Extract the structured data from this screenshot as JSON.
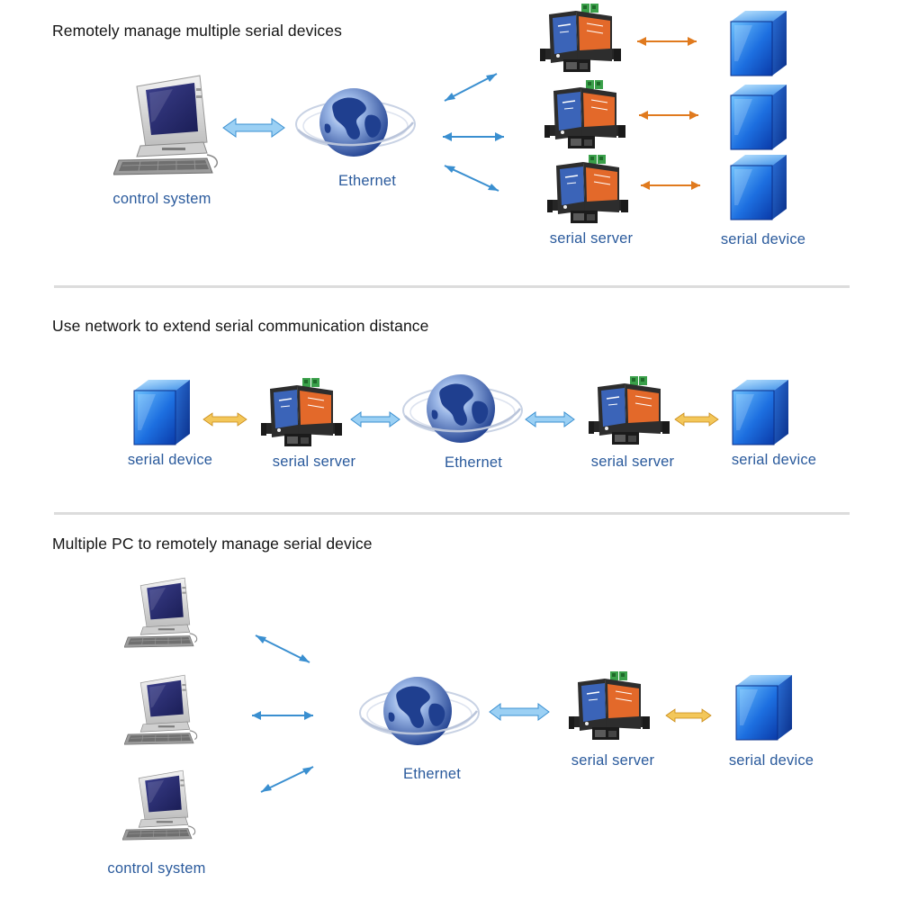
{
  "sections": [
    {
      "title": "Remotely manage multiple serial devices",
      "labels": {
        "control_system": "control system",
        "ethernet": "Ethernet",
        "serial_server": "serial server",
        "serial_device": "serial device"
      }
    },
    {
      "title": "Use network to extend serial communication distance",
      "labels": {
        "serial_device_left": "serial device",
        "serial_server_left": "serial server",
        "ethernet": "Ethernet",
        "serial_server_right": "serial server",
        "serial_device_right": "serial device"
      }
    },
    {
      "title": "Multiple PC to remotely manage serial device",
      "labels": {
        "ethernet": "Ethernet",
        "serial_server": "serial server",
        "serial_device": "serial device",
        "control_system": "control system"
      }
    }
  ],
  "icons": {
    "computer": "computer-icon",
    "globe": "globe-icon",
    "server": "serial-server-icon",
    "device": "serial-device-icon"
  },
  "colors": {
    "ethernet_link": "#3a8fd0",
    "serial_link": "#e07a1e",
    "local_serial_link": "#e8b13c",
    "label": "#2a5a9c",
    "device_blue": "#1f6fd8",
    "server_orange": "#e3692a",
    "server_blue": "#3b64b8"
  }
}
